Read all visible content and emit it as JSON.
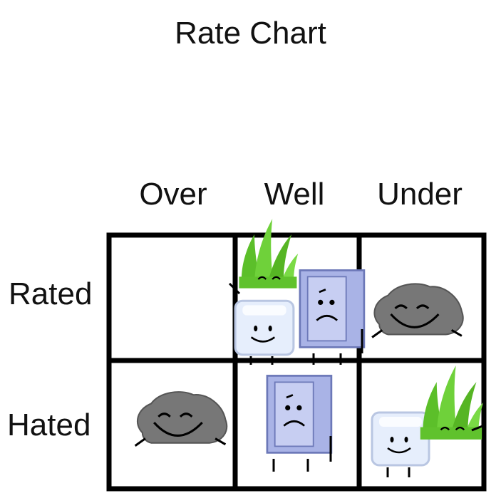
{
  "title": "Rate Chart",
  "columns": [
    "Over",
    "Well",
    "Under"
  ],
  "rows": [
    "Rated",
    "Hated"
  ],
  "cells": {
    "rated_over": [],
    "rated_well": [
      "grass",
      "ice-cube",
      "door"
    ],
    "rated_under": [
      "rock"
    ],
    "hated_over": [
      "rock"
    ],
    "hated_well": [
      "door"
    ],
    "hated_under": [
      "ice-cube",
      "grass"
    ]
  },
  "colors": {
    "grid": "#000000",
    "rock": "#7a7a7a",
    "grass": "#66c22a",
    "ice": "#e8f0ff",
    "door": "#a8b2e6"
  }
}
